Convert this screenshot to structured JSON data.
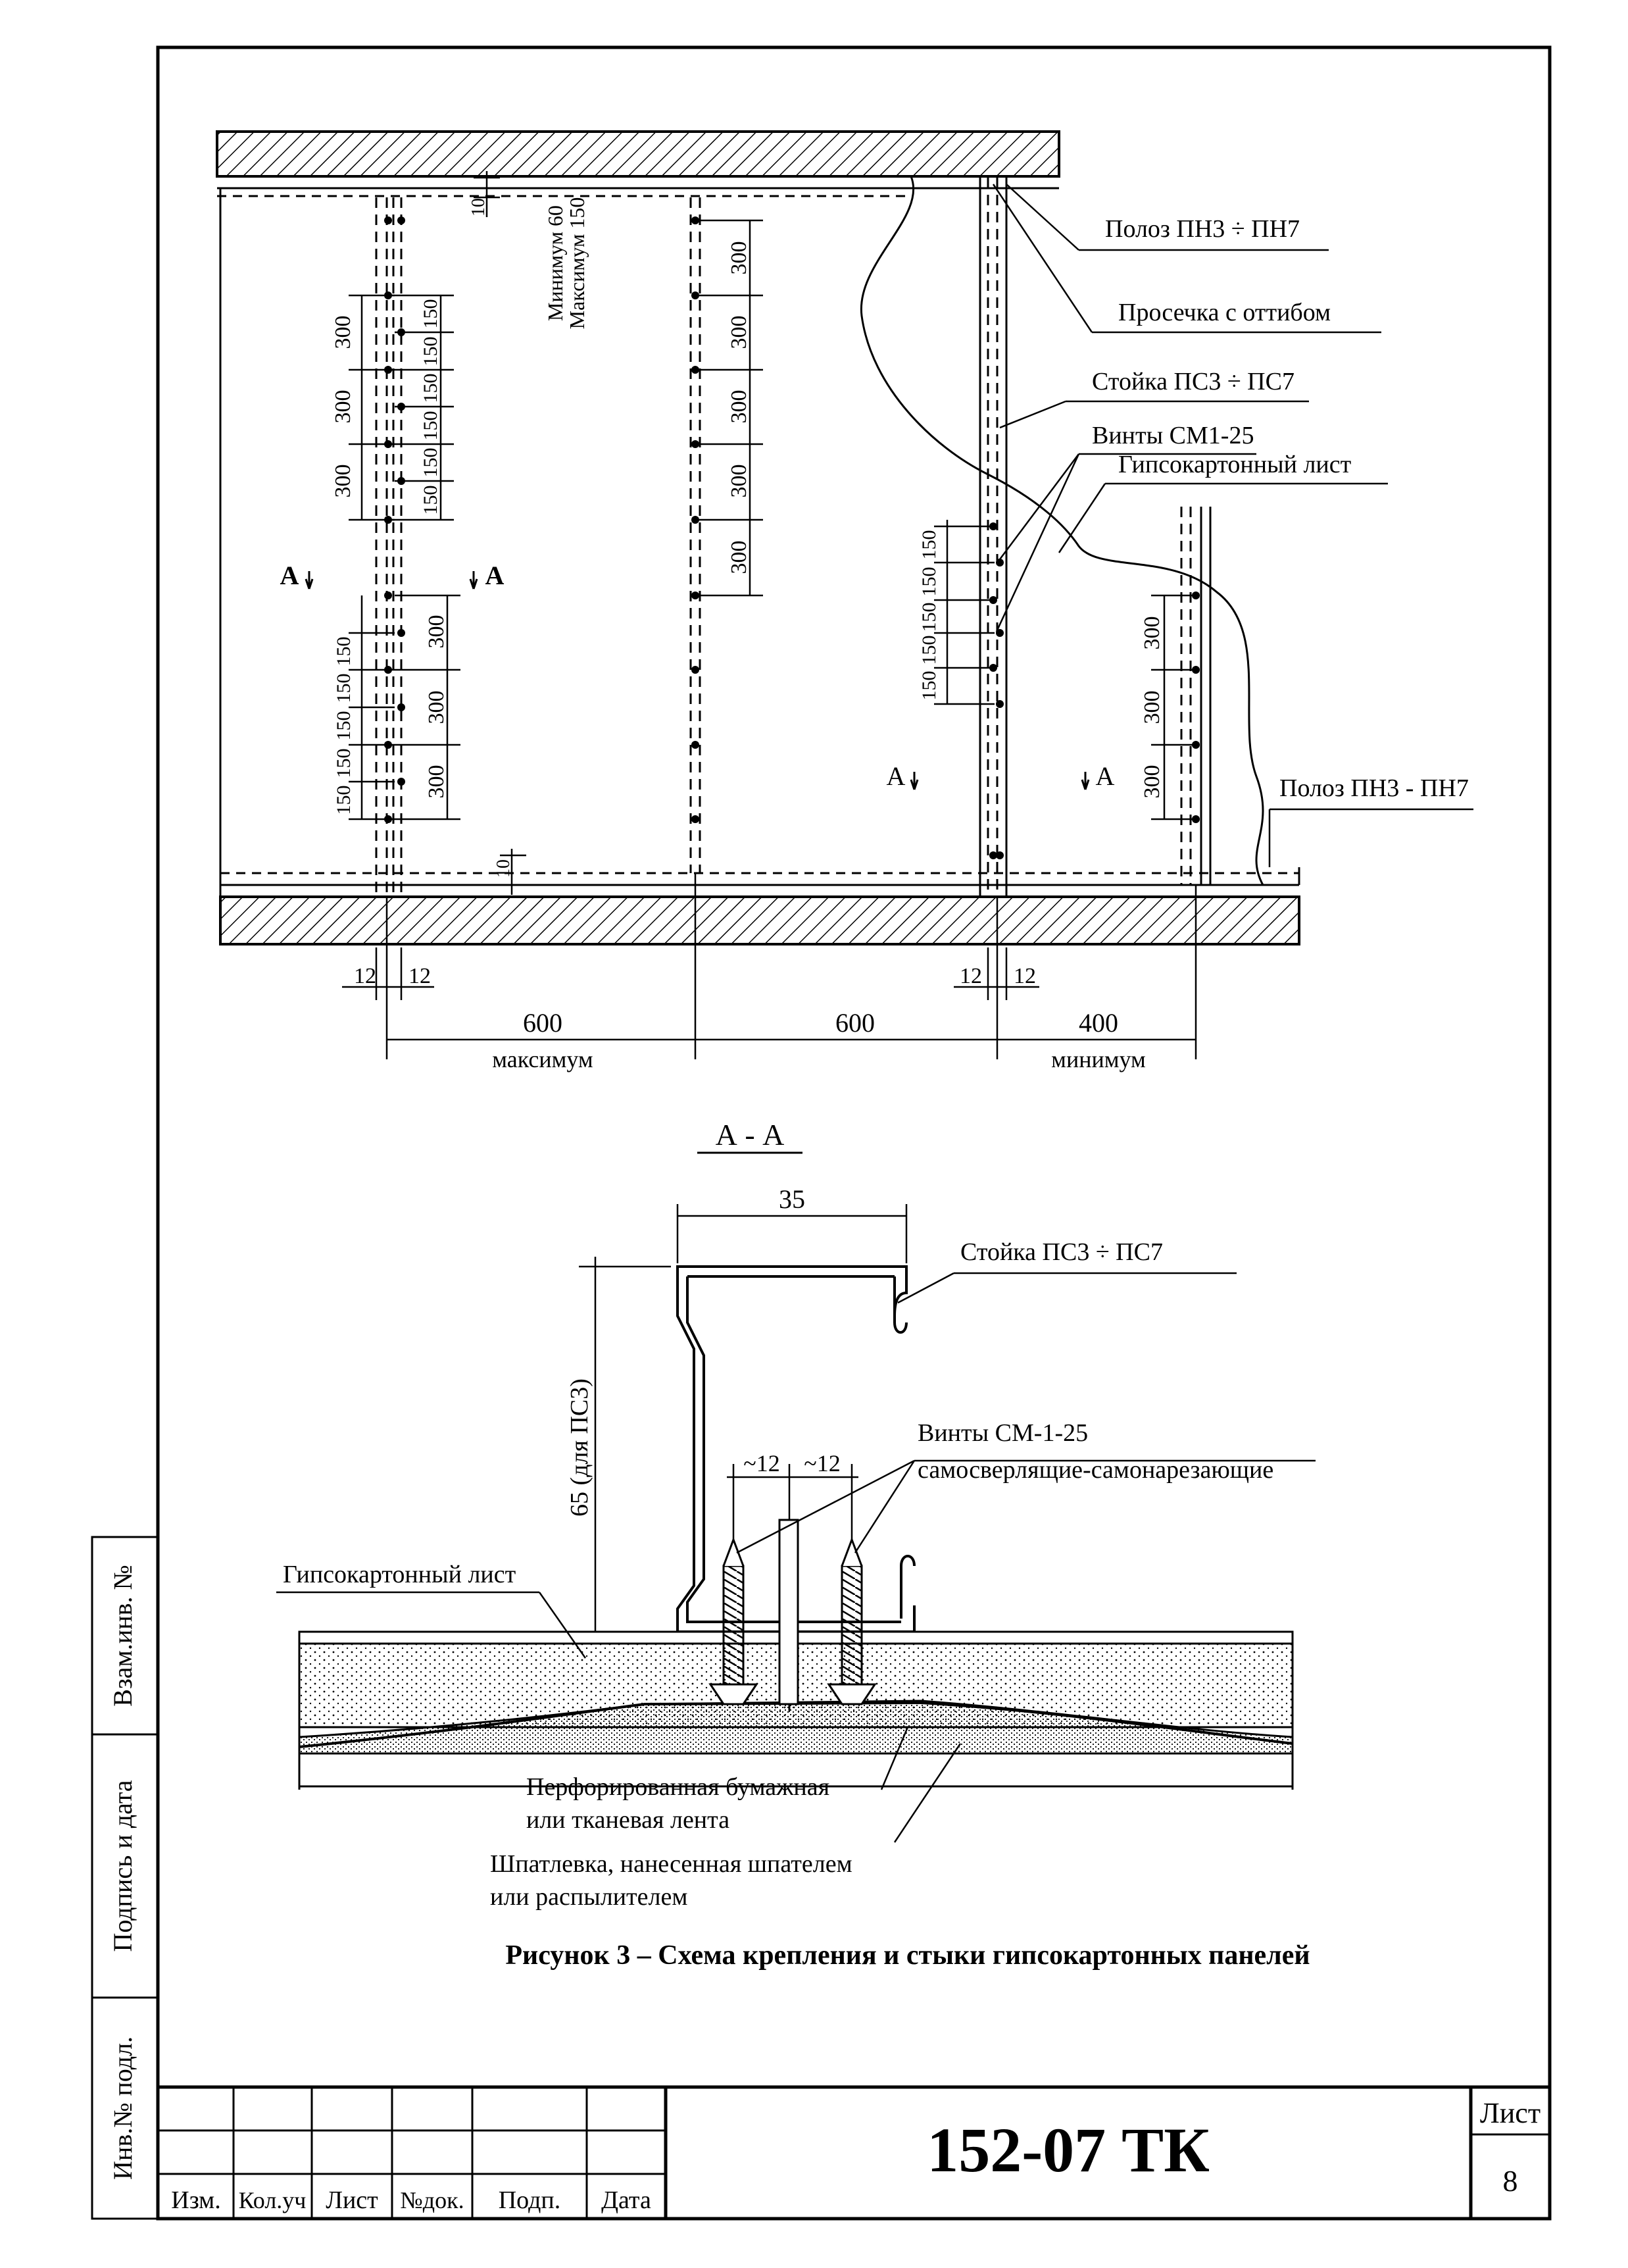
{
  "elevation": {
    "callouts": {
      "track_top": "Полоз ПН3 ÷ ПН7",
      "notch": "Просечка с оттибом",
      "stud": "Стойка ПС3 ÷ ПС7",
      "screws": "Винты СМ1-25",
      "board": "Гипсокартонный лист",
      "track_bottom": "Полоз ПН3 - ПН7"
    },
    "min_max": [
      "Минимум 60",
      "Максимум 150"
    ],
    "edge_gap": "10",
    "s150": "150",
    "s300": "300",
    "section_A": "A",
    "offsets": [
      "12",
      "12",
      "12",
      "12"
    ],
    "spans": [
      {
        "value": "600",
        "note": "максимум"
      },
      {
        "value": "600",
        "note": ""
      },
      {
        "value": "400",
        "note": "минимум"
      }
    ]
  },
  "section": {
    "title": "А - А",
    "width_dim": "35",
    "height_dim": "65 (для ПС3)",
    "screw_gap": [
      "~12",
      "~12"
    ],
    "callouts": {
      "stud": "Стойка ПС3 ÷ ПС7",
      "screws_line1": "Винты СМ-1-25",
      "screws_line2": "самосверлящие-самонарезающие",
      "board": "Гипсокартонный лист",
      "tape_line1": "Перфорированная бумажная",
      "tape_line2": "или тканевая лента",
      "putty_line1": "Шпатлевка, нанесенная шпателем",
      "putty_line2": "или распылителем"
    }
  },
  "caption": "Рисунок 3 – Схема крепления и стыки гипсокартонных панелей",
  "side_stamp": [
    "Инв.№ подл.",
    "Подпись и дата",
    "Взам.инв. №"
  ],
  "title_block": {
    "code": "152-07 ТК",
    "sheet_label": "Лист",
    "sheet_number": "8",
    "columns": [
      "Изм.",
      "Кол.уч",
      "Лист",
      "№док.",
      "Подп.",
      "Дата"
    ]
  }
}
